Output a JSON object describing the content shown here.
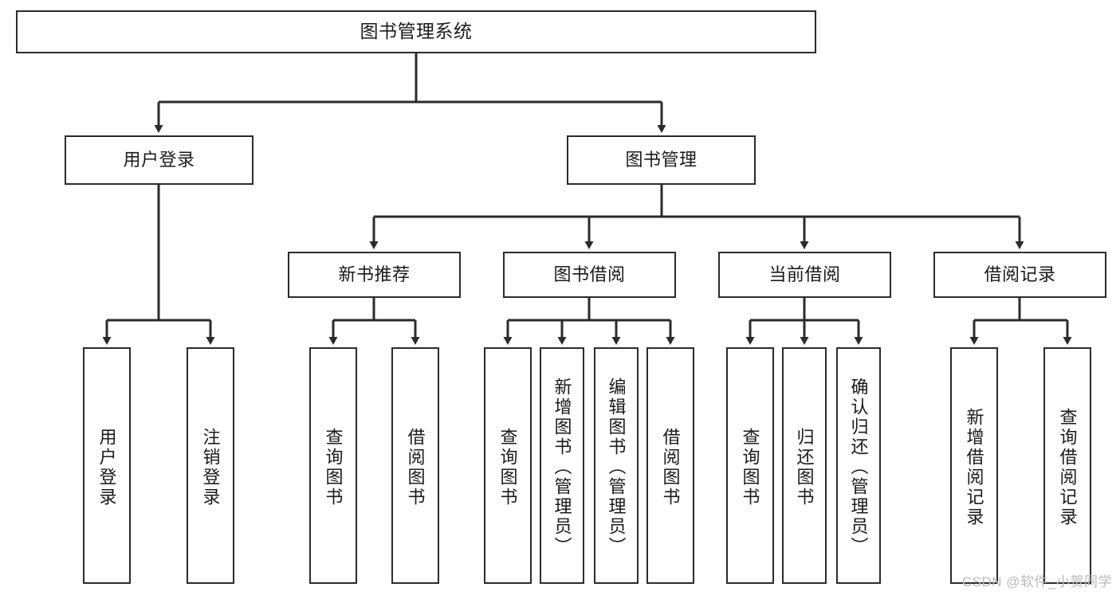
{
  "diagram": {
    "title": "图书管理系统",
    "type": "tree-hierarchy",
    "watermark": "CSDN @软件_小贺同学",
    "colors": {
      "stroke": "#2b2b2b",
      "fill": "#ffffff",
      "text": "#1a1a1a",
      "watermark": "#b9b9b9"
    }
  },
  "nodes": {
    "root": {
      "id": "root",
      "label": "图书管理系统",
      "level": 1
    },
    "level2": [
      {
        "id": "user-login",
        "label": "用户登录",
        "level": 2
      },
      {
        "id": "book-manage",
        "label": "图书管理",
        "level": 2
      }
    ],
    "level3": [
      {
        "id": "new-book-rec",
        "label": "新书推荐",
        "level": 3,
        "parent": "book-manage"
      },
      {
        "id": "book-borrow",
        "label": "图书借阅",
        "level": 3,
        "parent": "book-manage"
      },
      {
        "id": "current-borrow",
        "label": "当前借阅",
        "level": 3,
        "parent": "book-manage"
      },
      {
        "id": "borrow-record",
        "label": "借阅记录",
        "level": 3,
        "parent": "book-manage"
      }
    ],
    "leaves": [
      {
        "id": "leaf-user-login",
        "label": "用户登录",
        "parent": "user-login"
      },
      {
        "id": "leaf-user-logout",
        "label": "注销登录",
        "parent": "user-login"
      },
      {
        "id": "leaf-query-book-1",
        "label": "查询图书",
        "parent": "new-book-rec"
      },
      {
        "id": "leaf-borrow-book-1",
        "label": "借阅图书",
        "parent": "new-book-rec"
      },
      {
        "id": "leaf-query-book-2",
        "label": "查询图书",
        "parent": "book-borrow"
      },
      {
        "id": "leaf-add-book",
        "label": "新增图书（管理员）",
        "parent": "book-borrow"
      },
      {
        "id": "leaf-edit-book",
        "label": "编辑图书（管理员）",
        "parent": "book-borrow"
      },
      {
        "id": "leaf-borrow-book-2",
        "label": "借阅图书",
        "parent": "book-borrow"
      },
      {
        "id": "leaf-query-book-3",
        "label": "查询图书",
        "parent": "current-borrow"
      },
      {
        "id": "leaf-return-book",
        "label": "归还图书",
        "parent": "current-borrow"
      },
      {
        "id": "leaf-confirm-return",
        "label": "确认归还（管理员）",
        "parent": "current-borrow"
      },
      {
        "id": "leaf-add-record",
        "label": "新增借阅记录",
        "parent": "borrow-record"
      },
      {
        "id": "leaf-query-record",
        "label": "查询借阅记录",
        "parent": "borrow-record"
      }
    ]
  }
}
